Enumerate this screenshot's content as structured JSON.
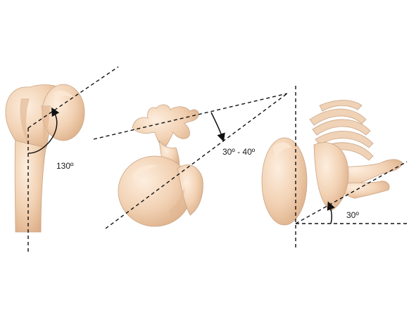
{
  "figures": [
    {
      "id": "humerus-anterior",
      "angle_label": "130º"
    },
    {
      "id": "humerus-superior",
      "angle_label": "30º - 40º"
    },
    {
      "id": "humerus-lateral",
      "angle_label": "30º"
    }
  ],
  "colors": {
    "bone_light": "#fbe6d2",
    "bone_mid": "#f2d2b4",
    "bone_dark": "#dcae88",
    "line": "#111111"
  }
}
